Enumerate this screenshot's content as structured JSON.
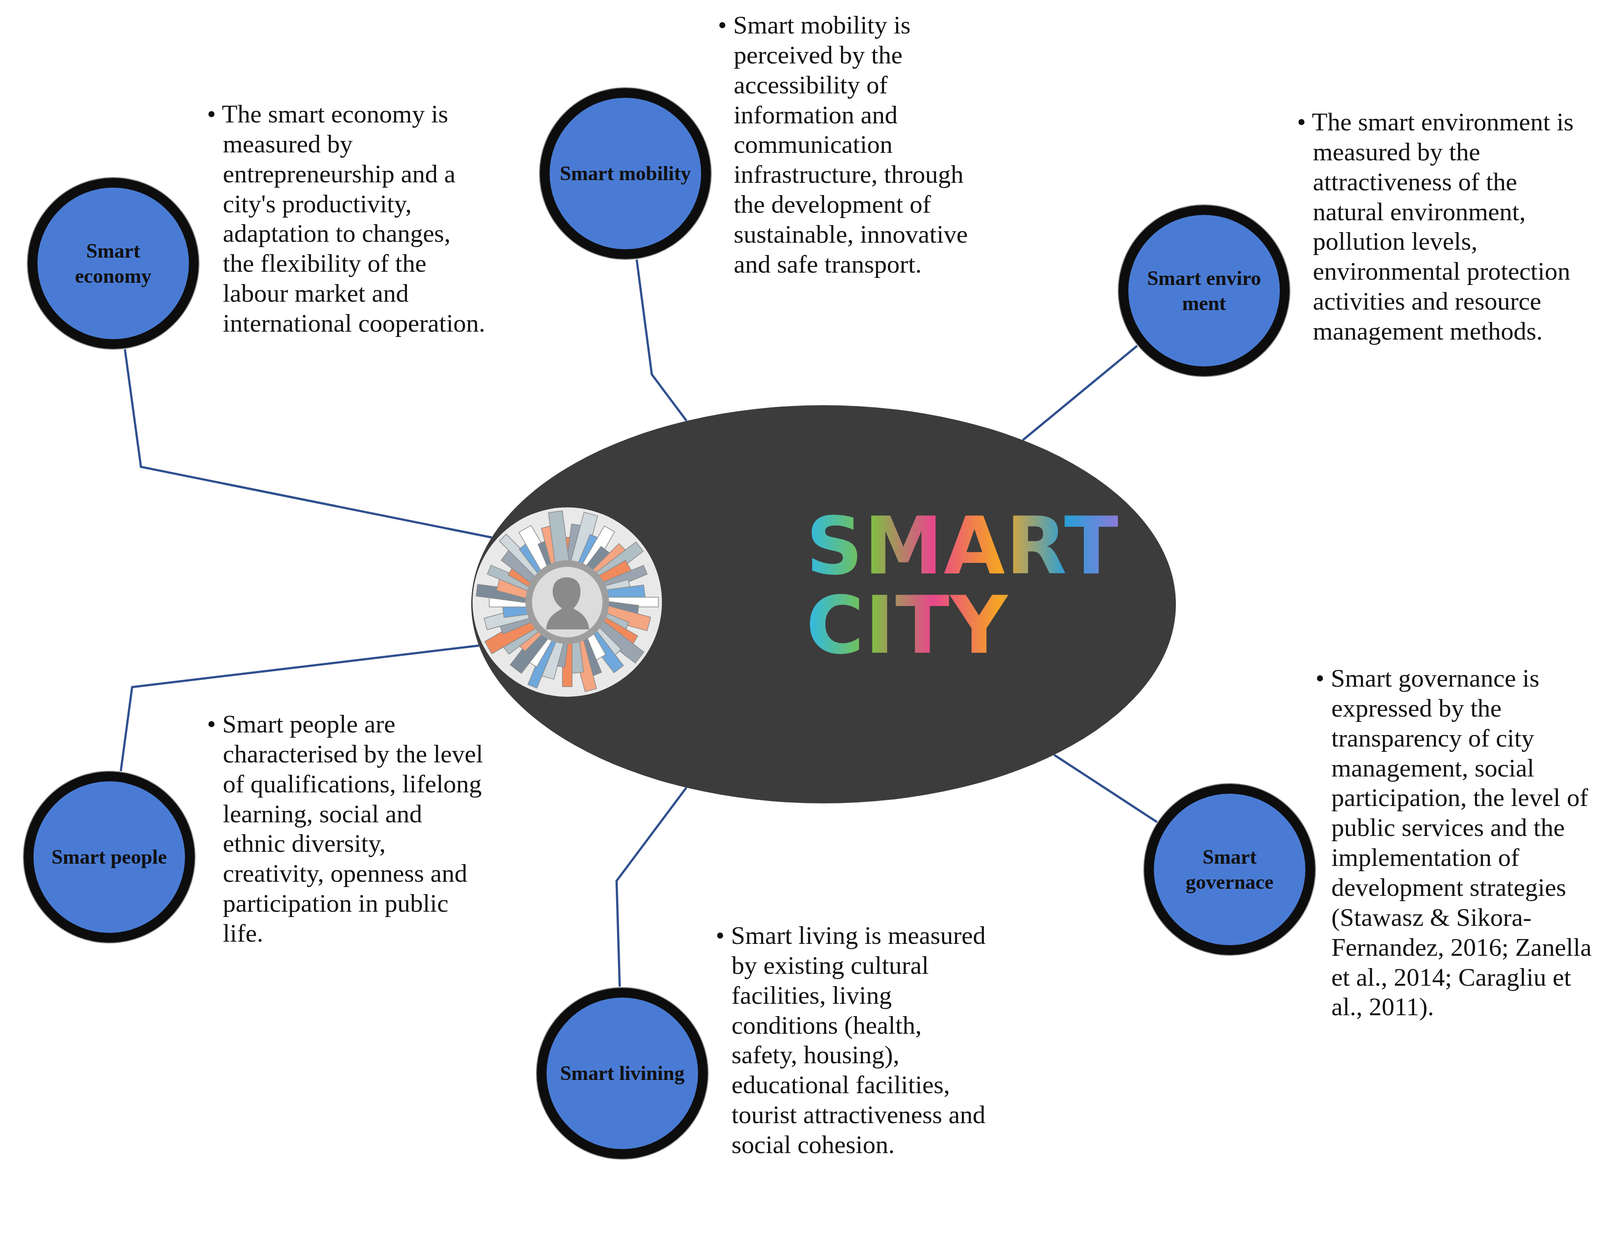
{
  "diagram": {
    "nodes": [
      {
        "text": [
          "SMART CITY"
        ]
      },
      {
        "text": [
          "Smart economy",
          "• The smart economy is measured by entrepreneurship and a city's productivity, adaptation to changes, the flexibility of the labour market and international cooperation."
        ]
      },
      {
        "text": [
          "Smart mobility",
          "• Smart mobility is perceived by the accessibility of information and communication infrastructure, through the development of sustainable, innovative and safe transport."
        ]
      },
      {
        "text": [
          "Smart enviro ment",
          "• The smart environment is measured by the attractiveness of the natural environment, pollution levels, environmental protection activities and resource management methods."
        ]
      },
      {
        "text": [
          "Smart governace",
          "• Smart governance is expressed by the transparency of city management, social participation, the level of public services and the implementation of development strategies (Stawasz & Sikora-Fernandez, 2016; Zanella et al., 2014; Caragliu et al., 2011)."
        ]
      },
      {
        "text": [
          "Smart livining",
          "• Smart living is measured by existing cultural facilities, living conditions (health, safety, housing), educational facilities, tourist attractiveness and social cohesion."
        ]
      },
      {
        "text": [
          "Smart people",
          "• Smart people are characterised by the level of qualifications, lifelong learning, social and ethnic diversity, creativity, openness and participation in public life."
        ]
      }
    ],
    "edges": [
      {
        "from": 1,
        "to": 0,
        "arrow": "none"
      },
      {
        "from": 2,
        "to": 0,
        "arrow": "none"
      },
      {
        "from": 3,
        "to": 0,
        "arrow": "none"
      },
      {
        "from": 4,
        "to": 0,
        "arrow": "none"
      },
      {
        "from": 5,
        "to": 0,
        "arrow": "none"
      },
      {
        "from": 6,
        "to": 0,
        "arrow": "none"
      }
    ]
  }
}
